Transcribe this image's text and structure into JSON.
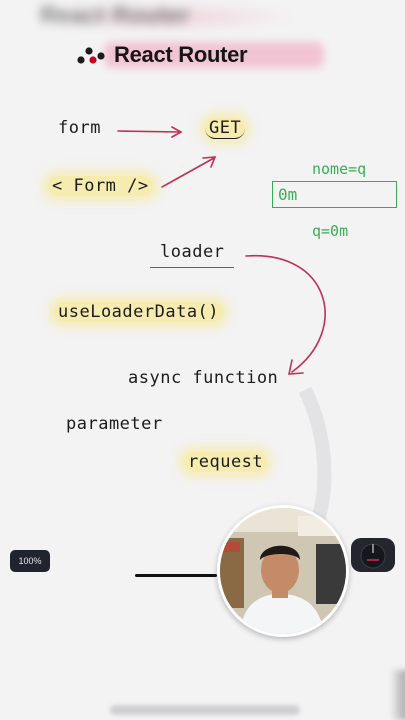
{
  "header": {
    "blurred_title": "React Router",
    "title": "React Router"
  },
  "notes": {
    "form": "form",
    "get": "GET",
    "form_component": "< Form />",
    "name_eq": "nome=q",
    "input_value": "0m",
    "query": "q=0m",
    "loader": "loader",
    "use_loader_data": "useLoaderData()",
    "async_function": "async function",
    "parameter": "parameter",
    "request": "request"
  },
  "controls": {
    "zoom": "100%"
  },
  "colors": {
    "arrow": "#c0304f",
    "green": "#3bab55",
    "highlight": "#f8e88c",
    "logo_red": "#d0021b"
  }
}
